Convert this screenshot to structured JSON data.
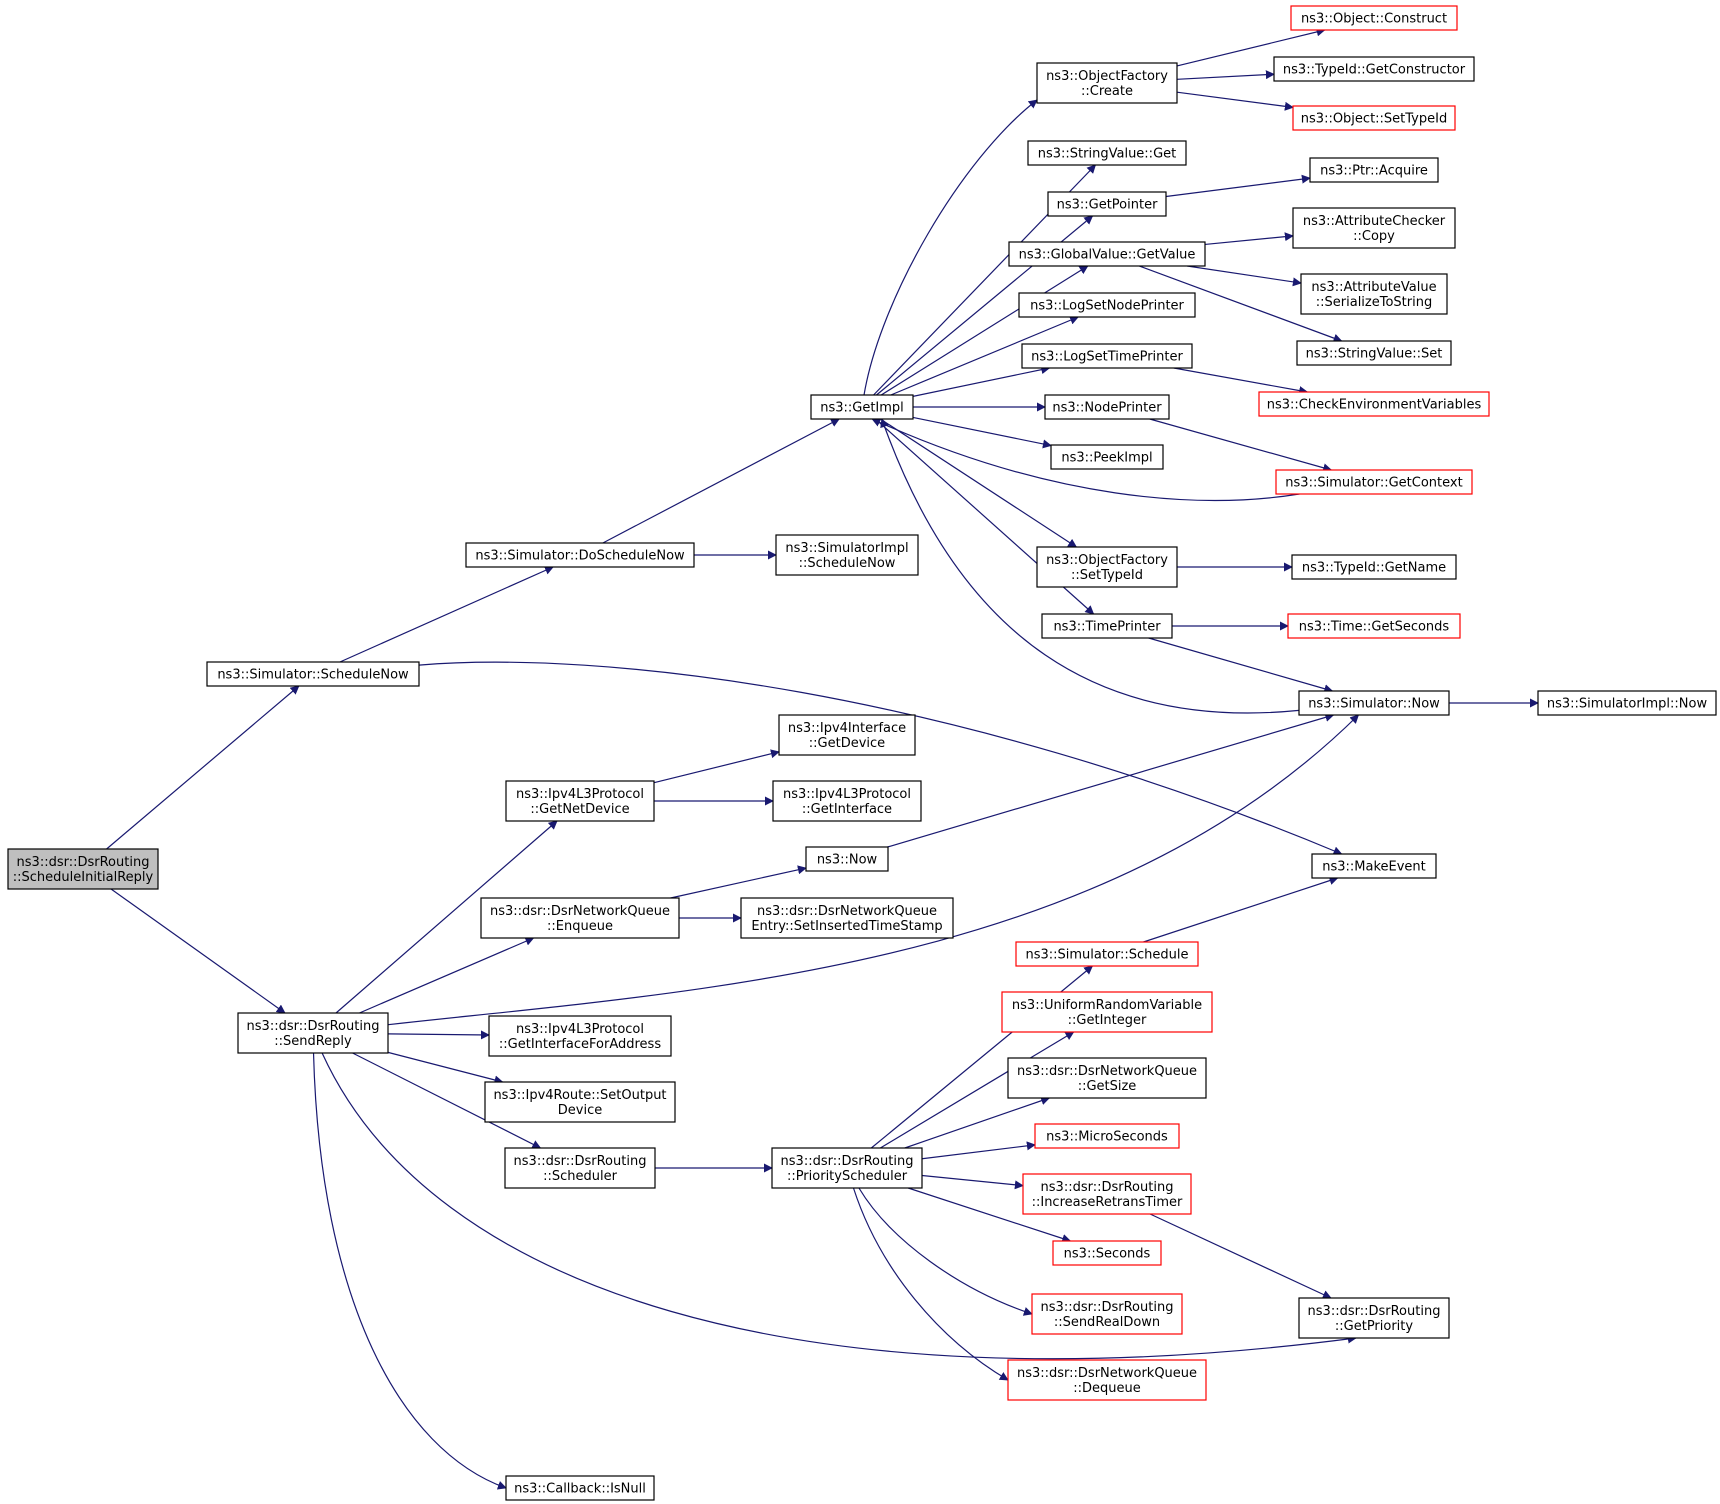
{
  "graph": {
    "edge_color": "#191970",
    "node_border_default": "#000000",
    "node_border_external": "#ff0000",
    "root_fill": "#bfbfbf",
    "nodes": [
      {
        "id": "root",
        "lines": [
          "ns3::dsr::DsrRouting",
          "::ScheduleInitialReply"
        ],
        "style": "root"
      },
      {
        "id": "sched_now",
        "lines": [
          "ns3::Simulator::ScheduleNow"
        ],
        "style": "normal"
      },
      {
        "id": "send_reply",
        "lines": [
          "ns3::dsr::DsrRouting",
          "::SendReply"
        ],
        "style": "normal"
      },
      {
        "id": "do_sched_now",
        "lines": [
          "ns3::Simulator::DoScheduleNow"
        ],
        "style": "normal"
      },
      {
        "id": "get_impl",
        "lines": [
          "ns3::GetImpl"
        ],
        "style": "normal"
      },
      {
        "id": "simimpl_sched_now",
        "lines": [
          "ns3::SimulatorImpl",
          "::ScheduleNow"
        ],
        "style": "normal"
      },
      {
        "id": "of_create",
        "lines": [
          "ns3::ObjectFactory",
          "::Create"
        ],
        "style": "normal"
      },
      {
        "id": "obj_construct",
        "lines": [
          "ns3::Object::Construct"
        ],
        "style": "external"
      },
      {
        "id": "typeid_getctor",
        "lines": [
          "ns3::TypeId::GetConstructor"
        ],
        "style": "normal"
      },
      {
        "id": "obj_settypeid",
        "lines": [
          "ns3::Object::SetTypeId"
        ],
        "style": "external"
      },
      {
        "id": "strval_get",
        "lines": [
          "ns3::StringValue::Get"
        ],
        "style": "normal"
      },
      {
        "id": "get_pointer",
        "lines": [
          "ns3::GetPointer"
        ],
        "style": "normal"
      },
      {
        "id": "ptr_acquire",
        "lines": [
          "ns3::Ptr::Acquire"
        ],
        "style": "normal"
      },
      {
        "id": "gv_getvalue",
        "lines": [
          "ns3::GlobalValue::GetValue"
        ],
        "style": "normal"
      },
      {
        "id": "ac_copy",
        "lines": [
          "ns3::AttributeChecker",
          "::Copy"
        ],
        "style": "normal"
      },
      {
        "id": "av_serialize",
        "lines": [
          "ns3::AttributeValue",
          "::SerializeToString"
        ],
        "style": "normal"
      },
      {
        "id": "strval_set",
        "lines": [
          "ns3::StringValue::Set"
        ],
        "style": "normal"
      },
      {
        "id": "log_node",
        "lines": [
          "ns3::LogSetNodePrinter"
        ],
        "style": "normal"
      },
      {
        "id": "log_time",
        "lines": [
          "ns3::LogSetTimePrinter"
        ],
        "style": "normal"
      },
      {
        "id": "check_env",
        "lines": [
          "ns3::CheckEnvironmentVariables"
        ],
        "style": "external"
      },
      {
        "id": "node_printer",
        "lines": [
          "ns3::NodePrinter"
        ],
        "style": "normal"
      },
      {
        "id": "peek_impl",
        "lines": [
          "ns3::PeekImpl"
        ],
        "style": "normal"
      },
      {
        "id": "sim_getcontext",
        "lines": [
          "ns3::Simulator::GetContext"
        ],
        "style": "external"
      },
      {
        "id": "of_settypeid",
        "lines": [
          "ns3::ObjectFactory",
          "::SetTypeId"
        ],
        "style": "normal"
      },
      {
        "id": "typeid_getname",
        "lines": [
          "ns3::TypeId::GetName"
        ],
        "style": "normal"
      },
      {
        "id": "time_printer",
        "lines": [
          "ns3::TimePrinter"
        ],
        "style": "normal"
      },
      {
        "id": "time_getseconds",
        "lines": [
          "ns3::Time::GetSeconds"
        ],
        "style": "external"
      },
      {
        "id": "sim_now",
        "lines": [
          "ns3::Simulator::Now"
        ],
        "style": "normal"
      },
      {
        "id": "simimpl_now",
        "lines": [
          "ns3::SimulatorImpl::Now"
        ],
        "style": "normal"
      },
      {
        "id": "make_event",
        "lines": [
          "ns3::MakeEvent"
        ],
        "style": "normal"
      },
      {
        "id": "ipv4if_getdevice",
        "lines": [
          "ns3::Ipv4Interface",
          "::GetDevice"
        ],
        "style": "normal"
      },
      {
        "id": "l3_getnetdevice",
        "lines": [
          "ns3::Ipv4L3Protocol",
          "::GetNetDevice"
        ],
        "style": "normal"
      },
      {
        "id": "l3_getinterface",
        "lines": [
          "ns3::Ipv4L3Protocol",
          "::GetInterface"
        ],
        "style": "normal"
      },
      {
        "id": "ns3_now",
        "lines": [
          "ns3::Now"
        ],
        "style": "normal"
      },
      {
        "id": "nq_enqueue",
        "lines": [
          "ns3::dsr::DsrNetworkQueue",
          "::Enqueue"
        ],
        "style": "normal"
      },
      {
        "id": "nqe_setts",
        "lines": [
          "ns3::dsr::DsrNetworkQueue",
          "Entry::SetInsertedTimeStamp"
        ],
        "style": "normal"
      },
      {
        "id": "sim_schedule",
        "lines": [
          "ns3::Simulator::Schedule"
        ],
        "style": "external"
      },
      {
        "id": "urv_getint",
        "lines": [
          "ns3::UniformRandomVariable",
          "::GetInteger"
        ],
        "style": "external"
      },
      {
        "id": "l3_getifaddr",
        "lines": [
          "ns3::Ipv4L3Protocol",
          "::GetInterfaceForAddress"
        ],
        "style": "normal"
      },
      {
        "id": "nq_getsize",
        "lines": [
          "ns3::dsr::DsrNetworkQueue",
          "::GetSize"
        ],
        "style": "normal"
      },
      {
        "id": "route_setout",
        "lines": [
          "ns3::Ipv4Route::SetOutput",
          "Device"
        ],
        "style": "normal"
      },
      {
        "id": "microseconds",
        "lines": [
          "ns3::MicroSeconds"
        ],
        "style": "external"
      },
      {
        "id": "dsr_scheduler",
        "lines": [
          "ns3::dsr::DsrRouting",
          "::Scheduler"
        ],
        "style": "normal"
      },
      {
        "id": "dsr_prio",
        "lines": [
          "ns3::dsr::DsrRouting",
          "::PriorityScheduler"
        ],
        "style": "normal"
      },
      {
        "id": "dsr_incretrans",
        "lines": [
          "ns3::dsr::DsrRouting",
          "::IncreaseRetransTimer"
        ],
        "style": "external"
      },
      {
        "id": "seconds",
        "lines": [
          "ns3::Seconds"
        ],
        "style": "external"
      },
      {
        "id": "dsr_sendrealdown",
        "lines": [
          "ns3::dsr::DsrRouting",
          "::SendRealDown"
        ],
        "style": "external"
      },
      {
        "id": "dsr_getprio",
        "lines": [
          "ns3::dsr::DsrRouting",
          "::GetPriority"
        ],
        "style": "normal"
      },
      {
        "id": "nq_dequeue",
        "lines": [
          "ns3::dsr::DsrNetworkQueue",
          "::Dequeue"
        ],
        "style": "external"
      },
      {
        "id": "cb_isnull",
        "lines": [
          "ns3::Callback::IsNull"
        ],
        "style": "normal"
      }
    ],
    "edges": [
      {
        "from": "root",
        "to": "sched_now"
      },
      {
        "from": "root",
        "to": "send_reply"
      },
      {
        "from": "sched_now",
        "to": "do_sched_now"
      },
      {
        "from": "sched_now",
        "to": "make_event"
      },
      {
        "from": "do_sched_now",
        "to": "get_impl"
      },
      {
        "from": "do_sched_now",
        "to": "simimpl_sched_now"
      },
      {
        "from": "get_impl",
        "to": "of_create"
      },
      {
        "from": "get_impl",
        "to": "strval_get"
      },
      {
        "from": "get_impl",
        "to": "get_pointer"
      },
      {
        "from": "get_impl",
        "to": "gv_getvalue"
      },
      {
        "from": "get_impl",
        "to": "log_node"
      },
      {
        "from": "get_impl",
        "to": "log_time"
      },
      {
        "from": "get_impl",
        "to": "node_printer"
      },
      {
        "from": "get_impl",
        "to": "peek_impl"
      },
      {
        "from": "get_impl",
        "to": "of_settypeid"
      },
      {
        "from": "get_impl",
        "to": "time_printer"
      },
      {
        "from": "of_create",
        "to": "obj_construct"
      },
      {
        "from": "of_create",
        "to": "typeid_getctor"
      },
      {
        "from": "of_create",
        "to": "obj_settypeid"
      },
      {
        "from": "get_pointer",
        "to": "ptr_acquire"
      },
      {
        "from": "gv_getvalue",
        "to": "ac_copy"
      },
      {
        "from": "gv_getvalue",
        "to": "av_serialize"
      },
      {
        "from": "gv_getvalue",
        "to": "strval_set"
      },
      {
        "from": "log_time",
        "to": "check_env"
      },
      {
        "from": "node_printer",
        "to": "sim_getcontext"
      },
      {
        "from": "sim_getcontext",
        "to": "get_impl"
      },
      {
        "from": "of_settypeid",
        "to": "typeid_getname"
      },
      {
        "from": "time_printer",
        "to": "time_getseconds"
      },
      {
        "from": "time_printer",
        "to": "sim_now"
      },
      {
        "from": "sim_now",
        "to": "get_impl"
      },
      {
        "from": "sim_now",
        "to": "simimpl_now"
      },
      {
        "from": "send_reply",
        "to": "l3_getnetdevice"
      },
      {
        "from": "send_reply",
        "to": "nq_enqueue"
      },
      {
        "from": "send_reply",
        "to": "sim_now"
      },
      {
        "from": "send_reply",
        "to": "l3_getifaddr"
      },
      {
        "from": "send_reply",
        "to": "route_setout"
      },
      {
        "from": "send_reply",
        "to": "dsr_scheduler"
      },
      {
        "from": "send_reply",
        "to": "dsr_getprio"
      },
      {
        "from": "send_reply",
        "to": "cb_isnull"
      },
      {
        "from": "l3_getnetdevice",
        "to": "ipv4if_getdevice"
      },
      {
        "from": "l3_getnetdevice",
        "to": "l3_getinterface"
      },
      {
        "from": "nq_enqueue",
        "to": "ns3_now"
      },
      {
        "from": "nq_enqueue",
        "to": "nqe_setts"
      },
      {
        "from": "ns3_now",
        "to": "sim_now"
      },
      {
        "from": "dsr_scheduler",
        "to": "dsr_prio"
      },
      {
        "from": "dsr_prio",
        "to": "sim_schedule"
      },
      {
        "from": "dsr_prio",
        "to": "urv_getint"
      },
      {
        "from": "dsr_prio",
        "to": "nq_getsize"
      },
      {
        "from": "dsr_prio",
        "to": "microseconds"
      },
      {
        "from": "dsr_prio",
        "to": "dsr_incretrans"
      },
      {
        "from": "dsr_prio",
        "to": "seconds"
      },
      {
        "from": "dsr_prio",
        "to": "dsr_sendrealdown"
      },
      {
        "from": "dsr_prio",
        "to": "nq_dequeue"
      },
      {
        "from": "sim_schedule",
        "to": "make_event"
      },
      {
        "from": "dsr_incretrans",
        "to": "dsr_getprio"
      }
    ]
  }
}
